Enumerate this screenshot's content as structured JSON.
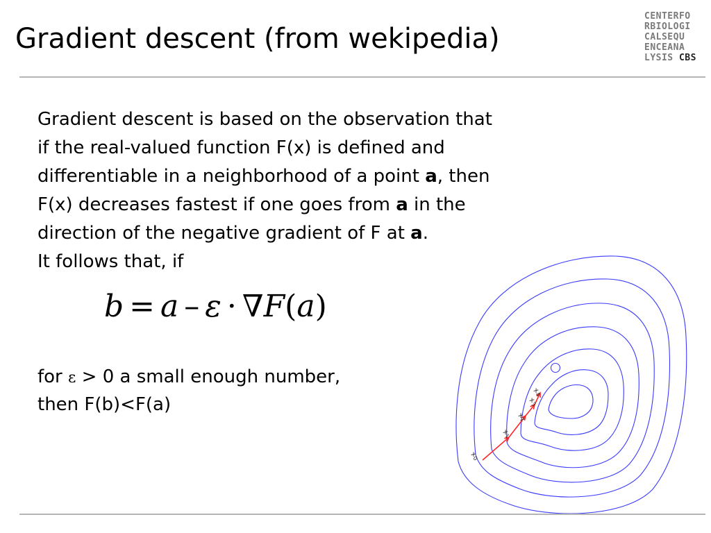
{
  "slide": {
    "title": "Gradient descent (from wekipedia)"
  },
  "logo": {
    "lines": [
      "CENTERFO",
      "RBIOLOGI",
      "CALSEQU",
      "ENCEANA"
    ],
    "last_line_prefix": "LYSIS ",
    "last_line_emphasis": "CBS"
  },
  "body": {
    "lines": [
      "Gradient descent is based on the observation that",
      "if the real-valued function  F(x) is defined and",
      "differentiable in a neighborhood of a point ",
      "F(x) decreases fastest if one goes from  ",
      "direction of the negative gradient of F at ",
      "It follows that, if"
    ],
    "point": "a",
    "then_suffix": ", then",
    "in_the": " in the",
    "period": "."
  },
  "formula": {
    "b": "b",
    "equals": "=",
    "a": "a",
    "minus": "–",
    "epsilon": "ε",
    "dot": "·",
    "nabla": "∇",
    "F": "F",
    "open_paren": "(",
    "close_paren": ")"
  },
  "conclusion": {
    "for_prefix": "for ",
    "epsilon": "ε",
    "for_suffix": " > 0 a small enough number,",
    "then_line": "then F(b)<F(a)"
  },
  "figure": {
    "contour_color": "#3a3aff",
    "path_color": "#ff2020",
    "label_color": "#333333",
    "step_labels": [
      {
        "base": "x",
        "sub": "0"
      },
      {
        "base": "x",
        "sub": "1"
      },
      {
        "base": "x",
        "sub": "2"
      },
      {
        "base": "x",
        "sub": "3"
      },
      {
        "base": "x",
        "sub": "4"
      }
    ]
  }
}
